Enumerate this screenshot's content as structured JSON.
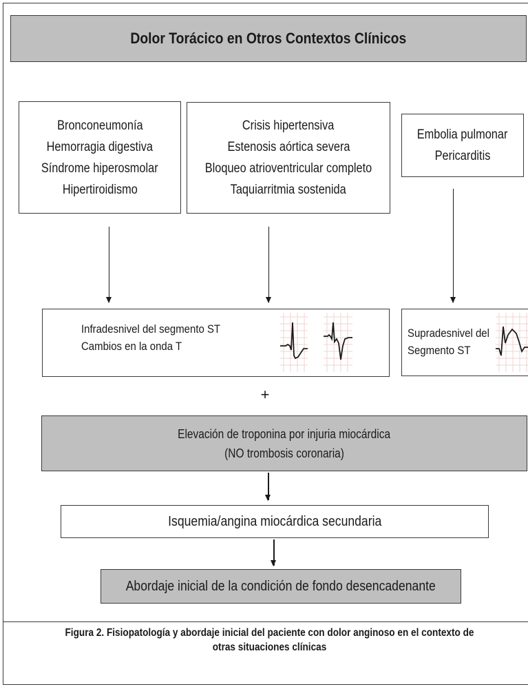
{
  "diagram": {
    "title": "Dolor Torácico en Otros Contextos Clínicos",
    "cause_groups": [
      {
        "items": [
          "Bronconeumonía",
          "Hemorragia digestiva",
          "Síndrome hiperosmolar",
          "Hipertiroidismo"
        ]
      },
      {
        "items": [
          "Crisis hipertensiva",
          "Estenosis aórtica severa",
          "Bloqueo atrioventricular completo",
          "Taquiarritmia sostenida"
        ]
      },
      {
        "items": [
          "Embolia pulmonar",
          "Pericarditis"
        ]
      }
    ],
    "ecg_left": {
      "line1": "Infradesnivel del segmento ST",
      "line2": "Cambios en la onda T"
    },
    "ecg_right": {
      "line1": "Supradesnivel del",
      "line2": "Segmento ST"
    },
    "plus": "+",
    "troponin": {
      "line1": "Elevación de troponina por injuria miocárdica",
      "line2": "(NO trombosis coronaria)"
    },
    "ischemia": "Isquemia/angina miocárdica secundaria",
    "approach": "Abordaje inicial de la condición de fondo desencadenante"
  },
  "caption": {
    "line1": "Figura 2. Fisiopatología y abordaje inicial del paciente con dolor anginoso en el contexto de",
    "line2": "otras situaciones clínicas"
  },
  "colors": {
    "box_fill_gray": "#bfbfbf",
    "border": "#3a3a3a",
    "grid_pink": "#f2d3d3"
  }
}
